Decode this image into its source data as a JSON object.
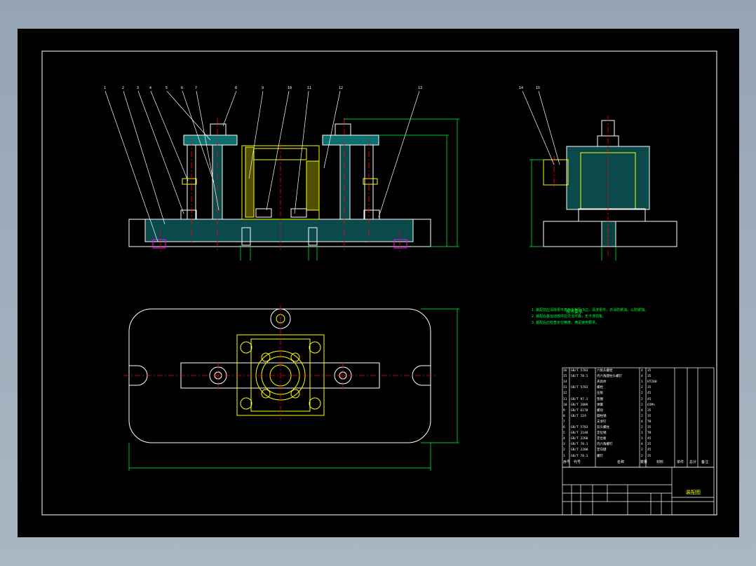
{
  "drawing": {
    "tech_req_title": "技术要求",
    "tech_req_lines": [
      "1.装配前应清除零件表面毛刺及飞边，清洗零件，并涂防锈油，以防锈蚀。",
      "2.装配后各运动部件应灵活可靠，无卡滞现象。",
      "3.装配后应检查定位精度，满足使用要求。"
    ],
    "title_name": "装配图",
    "colors": {
      "outline": "#ffffff",
      "hidden": "#ffff00",
      "center": "#ff0000",
      "dimension": "#00ff3c",
      "section_fill": "#00c8c8",
      "phantom": "#ff00ff"
    }
  },
  "bom": {
    "headers": [
      "序号",
      "代号",
      "名称",
      "数量",
      "材料",
      "单件",
      "总计",
      "备注"
    ],
    "rows": [
      {
        "no": "16",
        "code": "GB/T 5783",
        "name": "六角头螺栓",
        "qty": "4",
        "mat": "35"
      },
      {
        "no": "15",
        "code": "GB/T 70.1",
        "name": "内六角圆柱头螺钉",
        "qty": "4",
        "mat": "35"
      },
      {
        "no": "14",
        "code": "",
        "name": "夹具体",
        "qty": "1",
        "mat": "HT200"
      },
      {
        "no": "13",
        "code": "GB/T 5783",
        "name": "螺栓",
        "qty": "2",
        "mat": "35"
      },
      {
        "no": "12",
        "code": "",
        "name": "压板",
        "qty": "2",
        "mat": "45"
      },
      {
        "no": "11",
        "code": "GB/T 97.1",
        "name": "垫圈",
        "qty": "2",
        "mat": "45"
      },
      {
        "no": "10",
        "code": "GB/T 2089",
        "name": "弹簧",
        "qty": "2",
        "mat": "65Mn"
      },
      {
        "no": "9",
        "code": "GB/T 6170",
        "name": "螺母",
        "qty": "4",
        "mat": "35"
      },
      {
        "no": "8",
        "code": "GB/T 119",
        "name": "圆柱销",
        "qty": "2",
        "mat": "35"
      },
      {
        "no": "7",
        "code": "",
        "name": "支承钉",
        "qty": "4",
        "mat": "T8"
      },
      {
        "no": "6",
        "code": "GB/T 5783",
        "name": "双头螺柱",
        "qty": "2",
        "mat": "35"
      },
      {
        "no": "5",
        "code": "GB/T 2148",
        "name": "定位销",
        "qty": "1",
        "mat": "T8"
      },
      {
        "no": "4",
        "code": "GB/T 2260",
        "name": "定位板",
        "qty": "1",
        "mat": "45"
      },
      {
        "no": "3",
        "code": "GB/T 70.1",
        "name": "内六角螺钉",
        "qty": "4",
        "mat": "35"
      },
      {
        "no": "2",
        "code": "GB/T 2208",
        "name": "定向键",
        "qty": "2",
        "mat": "45"
      },
      {
        "no": "1",
        "code": "GB/T 70.1",
        "name": "螺钉",
        "qty": "2",
        "mat": "35"
      }
    ]
  },
  "balloons_front": [
    "1",
    "2",
    "3",
    "4",
    "5",
    "6",
    "7",
    "8",
    "9",
    "10",
    "11",
    "12",
    "13"
  ],
  "balloons_side": [
    "14",
    "15"
  ]
}
